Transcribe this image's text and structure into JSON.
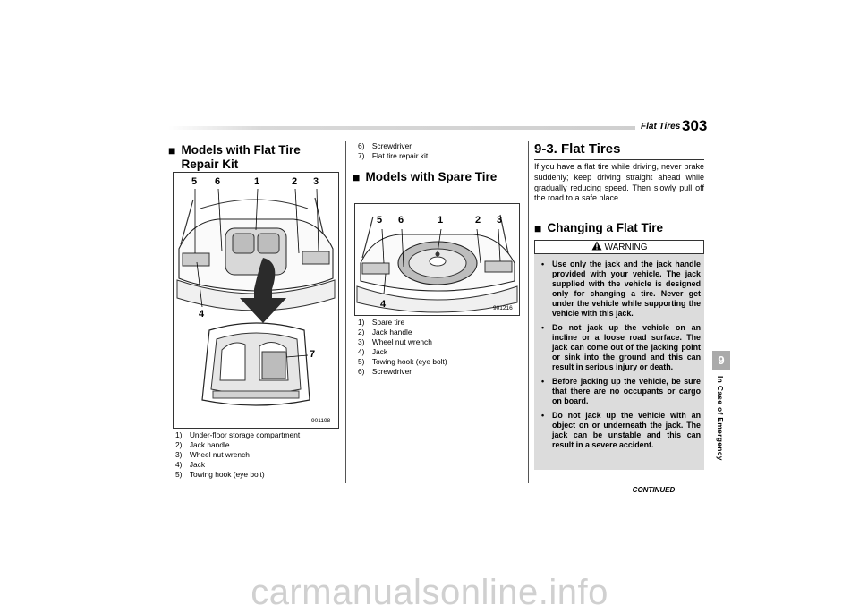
{
  "header": {
    "title": "Flat Tires",
    "page_number": "303"
  },
  "left_col": {
    "heading": "Models with Flat Tire Repair Kit",
    "figure": {
      "callouts": [
        "5",
        "6",
        "1",
        "2",
        "3",
        "4",
        "7"
      ],
      "figure_id": "901198"
    },
    "captions": [
      "1) Under-floor storage compartment",
      "2) Jack handle",
      "3) Wheel nut wrench",
      "4) Jack",
      "5) Towing hook (eye bolt)"
    ]
  },
  "mid_col": {
    "cont_captions": [
      "6) Screwdriver",
      "7) Flat tire repair kit"
    ],
    "heading": "Models with Spare Tire",
    "figure": {
      "callouts": [
        "5",
        "6",
        "1",
        "2",
        "3",
        "4"
      ],
      "figure_id": "901216"
    },
    "captions": [
      "1) Spare tire",
      "2) Jack handle",
      "3) Wheel nut wrench",
      "4) Jack",
      "5) Towing hook (eye bolt)",
      "6) Screwdriver"
    ]
  },
  "right_col": {
    "section_title": "9-3. Flat Tires",
    "intro": "If you have a flat tire while driving, never brake suddenly; keep driving straight ahead while gradually reducing speed. Then slowly pull off the road to a safe place.",
    "subheading": "Changing a Flat Tire",
    "warning": {
      "label": "WARNING",
      "items": [
        "Use only the jack and the jack handle provided with your vehicle. The jack supplied with the vehicle is designed only for changing a tire. Never get under the vehicle while supporting the vehicle with this jack.",
        "Do not jack up the vehicle on an incline or a loose road surface. The jack can come out of the jacking point or sink into the ground and this can result in serious injury or death.",
        "Before jacking up the vehicle, be sure that there are no occupants or cargo on board.",
        "Do not jack up the vehicle with an object on or underneath the jack. The jack can be unstable and this can result in a severe accident."
      ]
    },
    "continued": "– CONTINUED –"
  },
  "side_tab": {
    "number": "9",
    "label": "In Case of Emergency"
  },
  "watermark": "carmanualsonline.info"
}
